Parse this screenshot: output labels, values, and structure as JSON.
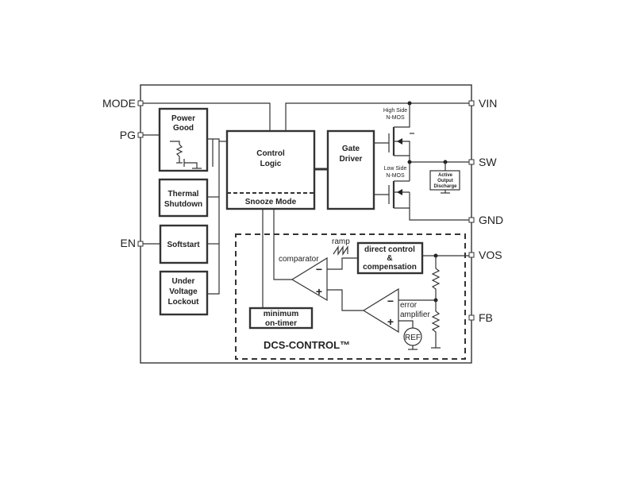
{
  "pins": {
    "mode": "MODE",
    "pg": "PG",
    "en": "EN",
    "vin": "VIN",
    "sw": "SW",
    "gnd": "GND",
    "vos": "VOS",
    "fb": "FB"
  },
  "blocks": {
    "power_good": [
      "Power",
      "Good"
    ],
    "thermal_shutdown": [
      "Thermal",
      "Shutdown"
    ],
    "softstart": "Softstart",
    "uvlo": [
      "Under",
      "Voltage",
      "Lockout"
    ],
    "control_logic": [
      "Control",
      "Logic"
    ],
    "snooze_mode": "Snooze Mode",
    "gate_driver": [
      "Gate",
      "Driver"
    ],
    "direct_control": [
      "direct control",
      "&",
      "compensation"
    ],
    "min_on_timer": [
      "minimum",
      "on-timer"
    ],
    "active_discharge": [
      "Active",
      "Output",
      "Discharge"
    ]
  },
  "labels": {
    "high_side": [
      "High Side",
      "N-MOS"
    ],
    "low_side": [
      "Low Side",
      "N-MOS"
    ],
    "ramp": "ramp",
    "comparator": "comparator",
    "error_amp": [
      "error",
      "amplifier"
    ],
    "ref": "REF",
    "minus": "−",
    "plus": "+",
    "dcs_title": "DCS-CONTROL™"
  }
}
